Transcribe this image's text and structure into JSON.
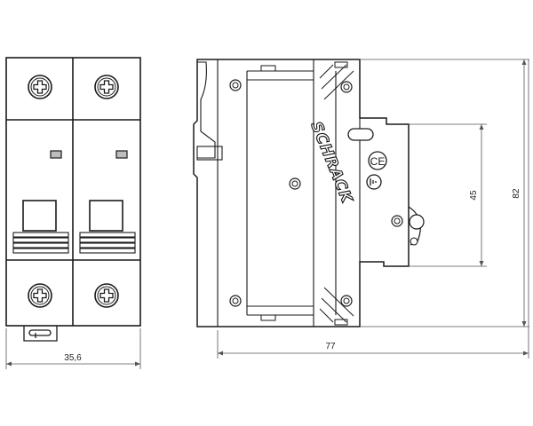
{
  "drawing": {
    "dimensions": {
      "front_width": "35,6",
      "side_depth": "77",
      "height_inner": "45",
      "height_total": "82"
    },
    "brand_text": "SCHRACK",
    "ce_mark": "CE",
    "poles": 2,
    "colors": {
      "line": "#1a1a1a",
      "dim_line": "#555555",
      "background": "#ffffff"
    }
  }
}
